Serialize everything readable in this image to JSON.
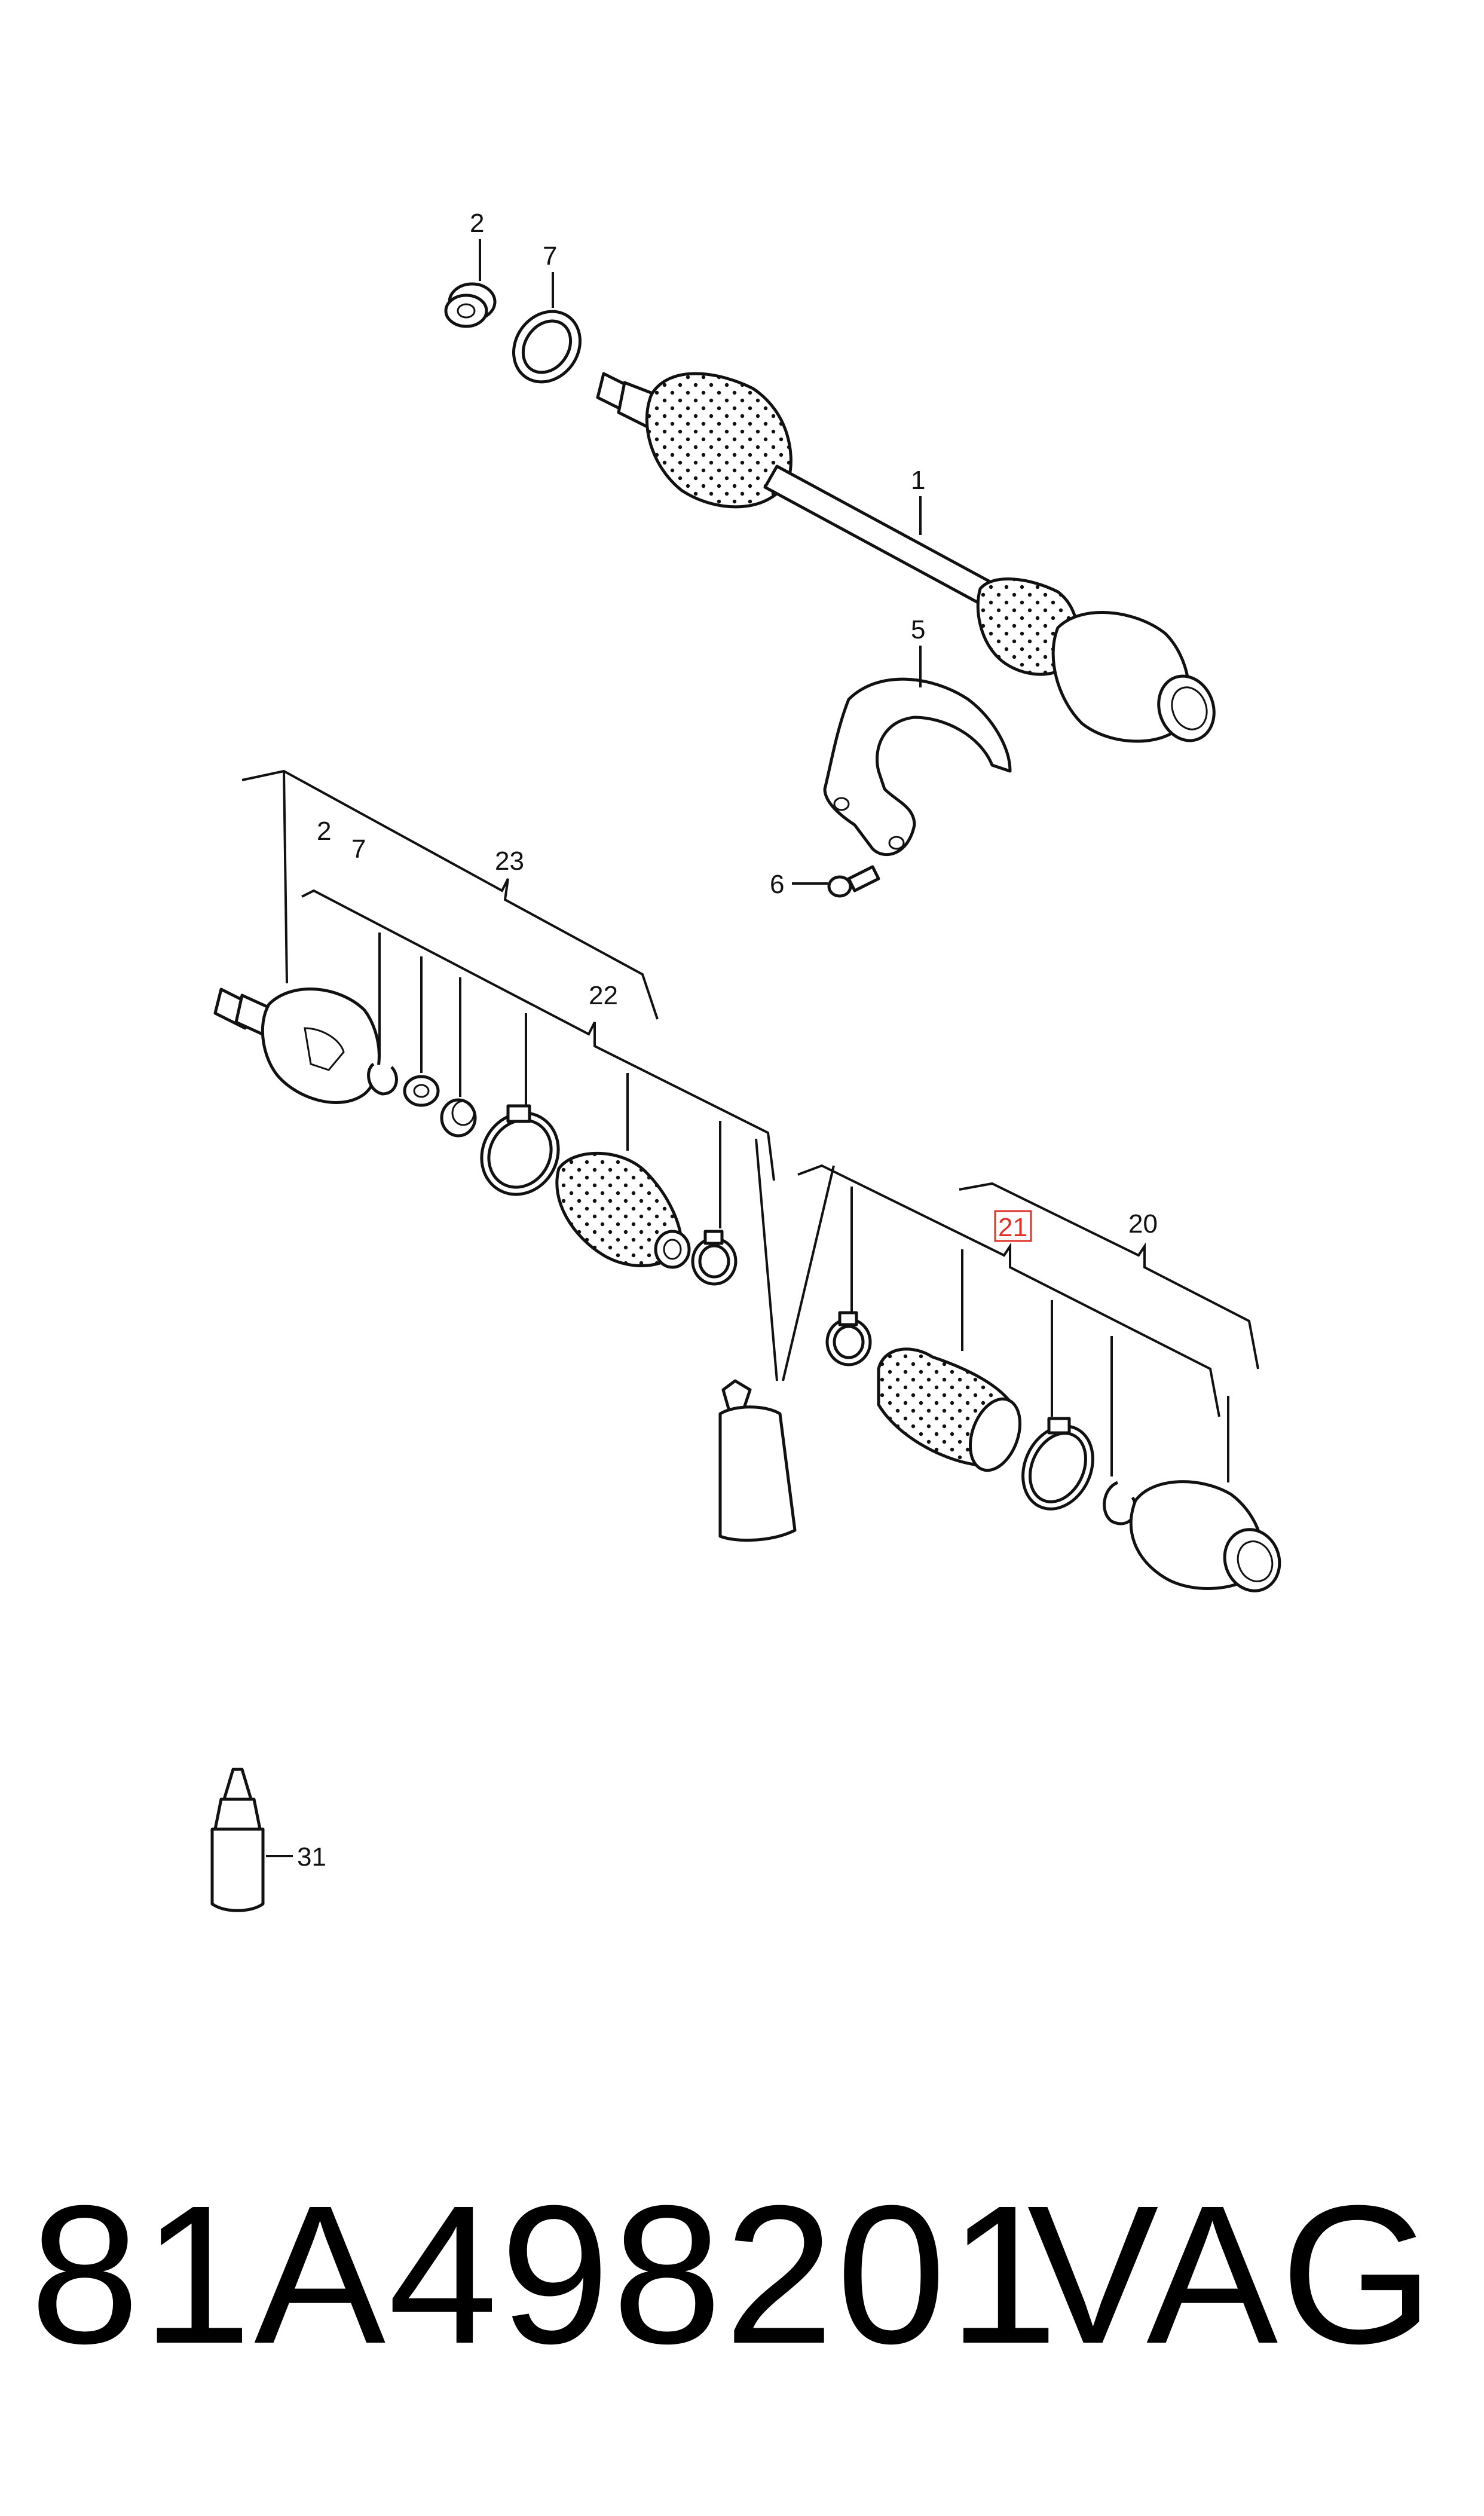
{
  "callouts": {
    "c1": "1",
    "c2a": "2",
    "c7a": "7",
    "c5": "5",
    "c6": "6",
    "c2b": "2",
    "c7b": "7",
    "c23": "23",
    "c22": "22",
    "c21": "21",
    "c20": "20",
    "c31": "31"
  },
  "highlighted_callout": "21",
  "footer": {
    "part_number": "81A498201",
    "brand": "VAG"
  },
  "colors": {
    "line": "#111111",
    "highlight": "#e0302a",
    "background": "#ffffff"
  }
}
